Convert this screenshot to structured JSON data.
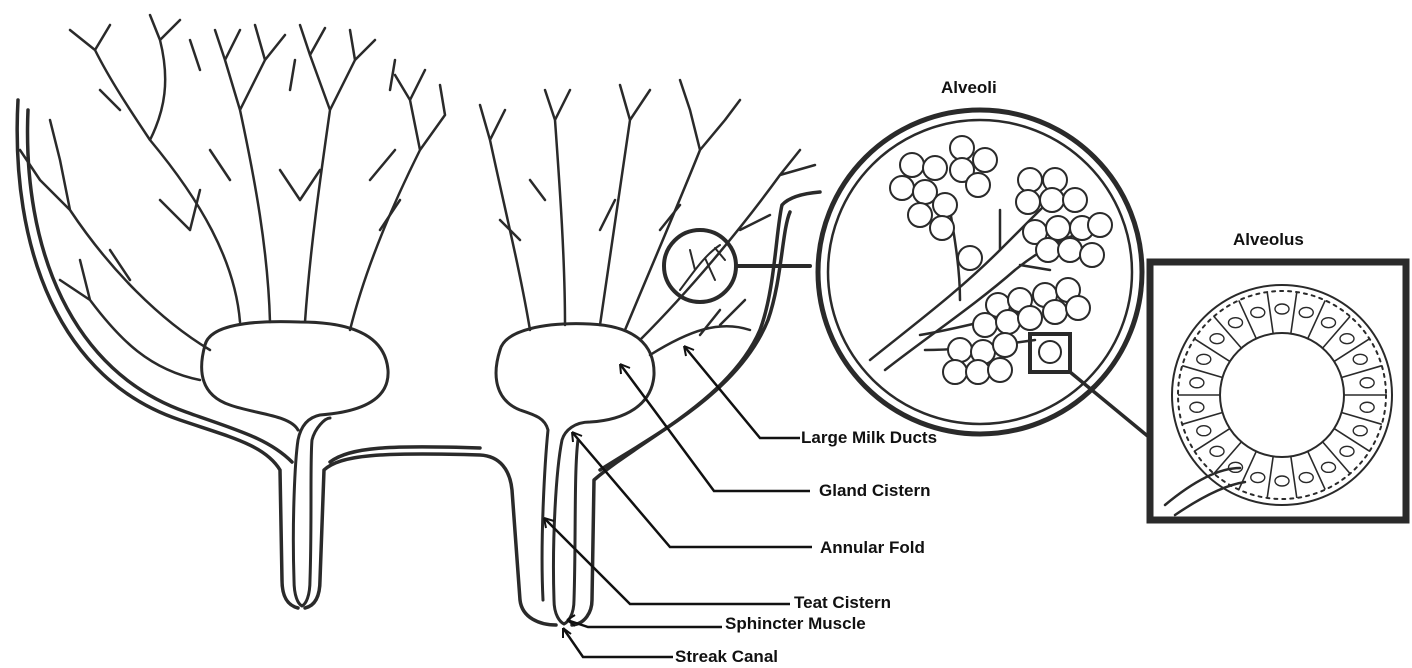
{
  "titles": {
    "alveoli": "Alveoli",
    "alveolus": "Alveolus"
  },
  "labels": {
    "large_milk_ducts": "Large Milk Ducts",
    "gland_cistern": "Gland Cistern",
    "annular_fold": "Annular Fold",
    "teat_cistern": "Teat Cistern",
    "sphincter_muscle": "Sphincter Muscle",
    "streak_canal": "Streak Canal"
  },
  "colors": {
    "ink": "#2a2a2a",
    "background": "#ffffff"
  }
}
